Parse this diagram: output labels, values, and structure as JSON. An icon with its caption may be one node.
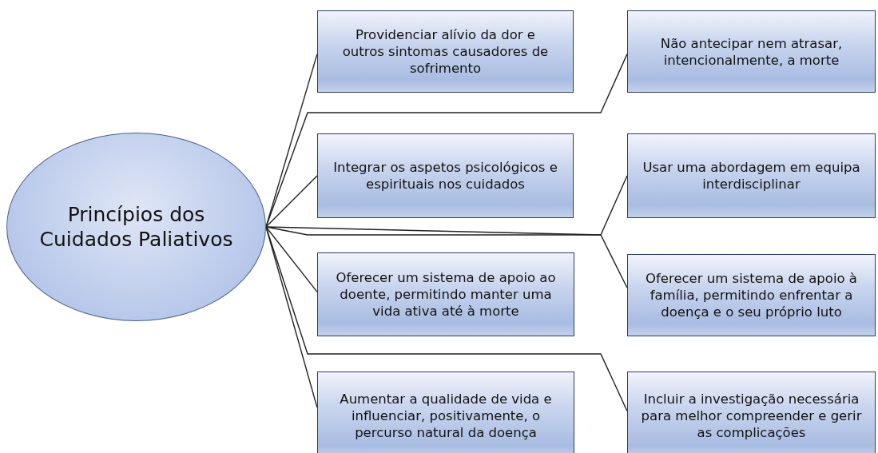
{
  "diagram": {
    "nodes": [
      {
        "text": [
          "Princípios dos Cuidados Paliativos"
        ]
      },
      {
        "text": [
          "Providenciar alívio da dor e outros sintomas causadores de sofrimento"
        ]
      },
      {
        "text": [
          "Não antecipar nem atrasar, intencionalmente, a morte"
        ]
      },
      {
        "text": [
          "Integrar os aspetos psicológicos e espirituais nos cuidados"
        ]
      },
      {
        "text": [
          "Usar uma abordagem em equipa interdisciplinar"
        ]
      },
      {
        "text": [
          "Oferecer um sistema de apoio ao doente, permitindo manter uma vida ativa até à morte"
        ]
      },
      {
        "text": [
          "Oferecer um sistema de apoio à família, permitindo enfrentar a doença e o seu próprio luto"
        ]
      },
      {
        "text": [
          "Aumentar a qualidade de vida e influenciar, positivamente, o percurso natural da doença"
        ]
      },
      {
        "text": [
          "Incluir a investigação necessária para melhor compreender e gerir as complicações"
        ]
      }
    ],
    "edges": [
      {
        "from": 0,
        "to": 1,
        "arrow": "none"
      },
      {
        "from": 0,
        "to": 2,
        "arrow": "none"
      },
      {
        "from": 0,
        "to": 3,
        "arrow": "none"
      },
      {
        "from": 0,
        "to": 4,
        "arrow": "none"
      },
      {
        "from": 0,
        "to": 5,
        "arrow": "none"
      },
      {
        "from": 0,
        "to": 6,
        "arrow": "none"
      },
      {
        "from": 0,
        "to": 7,
        "arrow": "none"
      },
      {
        "from": 0,
        "to": 8,
        "arrow": "none"
      }
    ]
  }
}
